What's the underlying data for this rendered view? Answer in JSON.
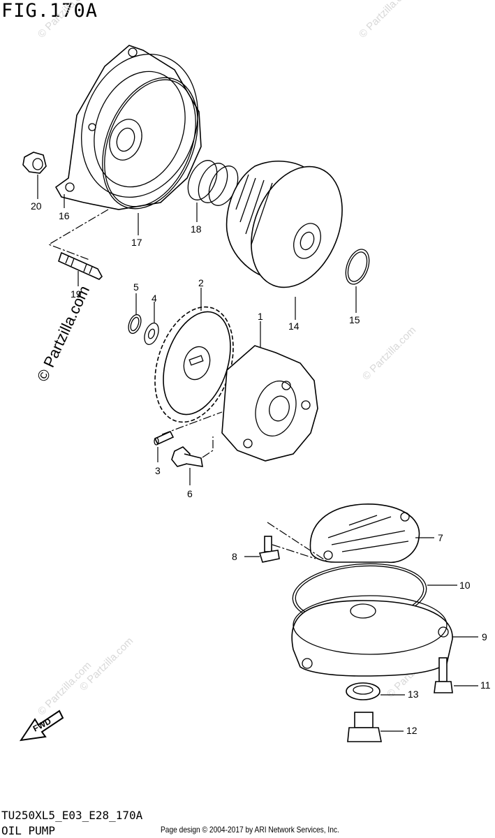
{
  "figure": {
    "title": "FIG.170A",
    "model_code": "TU250XL5_E03_E28_170A",
    "section_name": "OIL PUMP",
    "footer": "Page design © 2004-2017 by ARI Network Services, Inc.",
    "watermark_main": "© Partzilla.com",
    "watermark_faint": "© Partzilla.com",
    "fwd_label": "FWD"
  },
  "callouts": {
    "c1": "1",
    "c2": "2",
    "c3": "3",
    "c4": "4",
    "c5": "5",
    "c6": "6",
    "c7": "7",
    "c8": "8",
    "c9": "9",
    "c10": "10",
    "c11": "11",
    "c12": "12",
    "c13": "13",
    "c14": "14",
    "c15": "15",
    "c16": "16",
    "c17": "17",
    "c18": "18",
    "c19": "19",
    "c20": "20"
  },
  "colors": {
    "line": "#000000",
    "watermark": "#d8d8d8",
    "background": "#ffffff"
  }
}
